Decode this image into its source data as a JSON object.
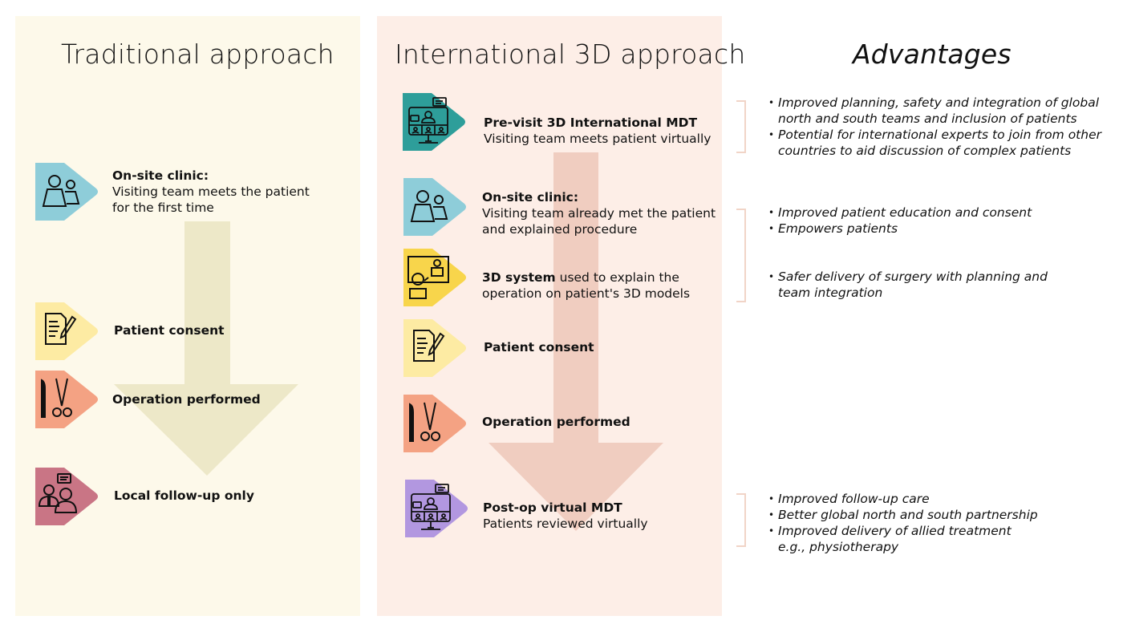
{
  "columns": {
    "traditional": {
      "title": "Traditional approach",
      "panel_color": "#fdf9ea",
      "arrow_color": "#ede8c8",
      "steps": [
        {
          "icon": "people-icon",
          "color": "#8ecdd9",
          "title": "On-site clinic:",
          "body_lines": [
            "Visiting team meets the patient",
            "for the first time"
          ]
        },
        {
          "icon": "consent-document-icon",
          "color": "#fdeba3",
          "title": "Patient consent",
          "body_lines": []
        },
        {
          "icon": "surgical-tools-icon",
          "color": "#f4a283",
          "title": "Operation performed",
          "body_lines": []
        },
        {
          "icon": "doctor-patient-chat-icon",
          "color": "#c97585",
          "title": "Local follow-up only",
          "body_lines": []
        }
      ]
    },
    "international": {
      "title": "International 3D approach",
      "panel_color": "#fdeee7",
      "arrow_color": "#f0cdc0",
      "steps": [
        {
          "icon": "video-conference-icon",
          "color": "#2e9e9a",
          "title": "Pre-visit 3D International MDT",
          "body_lines": [
            "Visiting team meets patient virtually"
          ]
        },
        {
          "icon": "people-icon",
          "color": "#8ecdd9",
          "title": "On-site clinic:",
          "body_lines": [
            "Visiting team already met the patient",
            "and explained procedure"
          ]
        },
        {
          "icon": "presentation-screen-icon",
          "color": "#f8d54b",
          "title": "3D system",
          "title_suffix": " used to explain the",
          "body_lines": [
            "operation on patient's 3D models"
          ]
        },
        {
          "icon": "consent-document-icon",
          "color": "#fdeba3",
          "title": "Patient consent",
          "body_lines": []
        },
        {
          "icon": "surgical-tools-icon",
          "color": "#f4a283",
          "title": "Operation performed",
          "body_lines": []
        },
        {
          "icon": "video-conference-icon",
          "color": "#b297e0",
          "title": "Post-op virtual MDT",
          "body_lines": [
            "Patients reviewed virtually"
          ]
        }
      ]
    },
    "advantages": {
      "title": "Advantages",
      "bracket_color": "#f1d4c7",
      "groups": [
        {
          "items": [
            {
              "lines": [
                "Improved planning, safety and integration of global",
                "north and south teams and inclusion of patients"
              ]
            },
            {
              "lines": [
                "Potential for international experts to join from other",
                "countries to aid discussion of complex patients"
              ]
            }
          ]
        },
        {
          "items": [
            {
              "lines": [
                "Improved patient education and consent"
              ]
            },
            {
              "lines": [
                "Empowers patients"
              ]
            },
            {
              "lines": [
                "Safer delivery of surgery with planning and",
                "team integration"
              ]
            }
          ]
        },
        {
          "items": [
            {
              "lines": [
                "Improved follow-up care"
              ]
            },
            {
              "lines": [
                "Better global north and south partnership"
              ]
            },
            {
              "lines": [
                "Improved delivery of allied treatment",
                "e.g., physiotherapy"
              ]
            }
          ]
        }
      ]
    }
  }
}
